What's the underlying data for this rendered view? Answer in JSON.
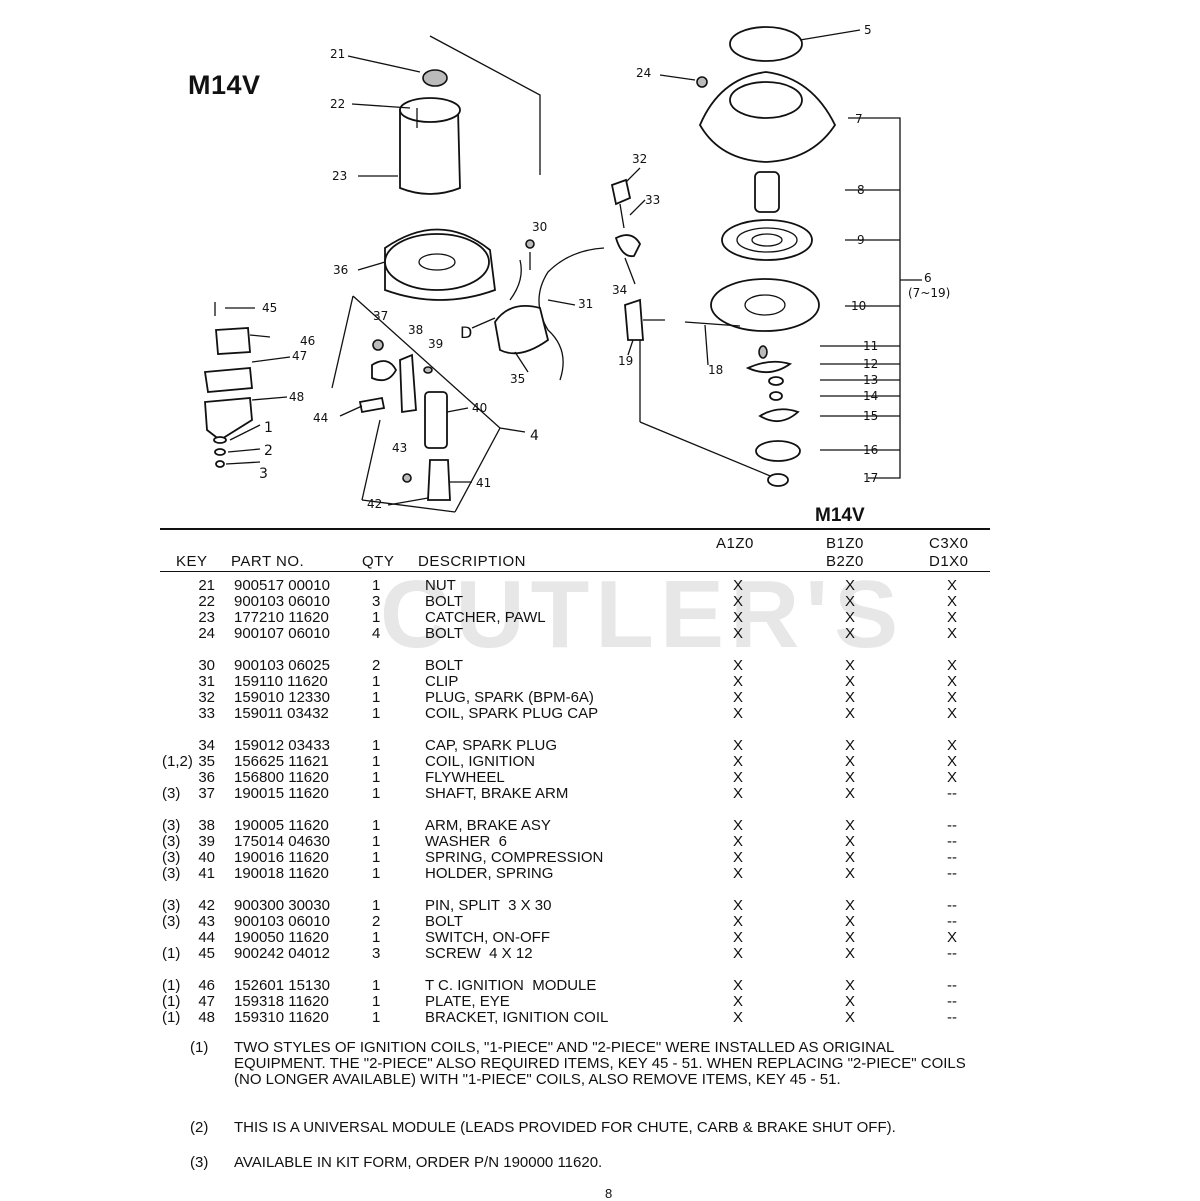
{
  "model_title": "M14V",
  "diagram": {
    "callouts": [
      "21",
      "22",
      "23",
      "24",
      "5",
      "7",
      "8",
      "9",
      "6",
      "(7~19)",
      "10",
      "11",
      "12",
      "13",
      "14",
      "15",
      "16",
      "17",
      "32",
      "33",
      "30",
      "34",
      "31",
      "36",
      "D",
      "19",
      "18",
      "35",
      "45",
      "46",
      "47",
      "48",
      "37",
      "38",
      "39",
      "40",
      "4",
      "44",
      "1",
      "2",
      "3",
      "43",
      "41",
      "42"
    ]
  },
  "watermark": "CUTLER'S",
  "table": {
    "model": "M14V",
    "headers": {
      "key": "KEY",
      "part_no": "PART NO.",
      "qty": "QTY",
      "description": "DESCRIPTION",
      "col_a": "A1Z0",
      "col_b1": "B1Z0",
      "col_b2": "B2Z0",
      "col_c1": "C3X0",
      "col_c2": "D1X0"
    },
    "rows": [
      {
        "note": "",
        "key": "21",
        "part": "900517 00010",
        "qty": "1",
        "desc": "NUT",
        "a": "X",
        "b": "X",
        "c": "X"
      },
      {
        "note": "",
        "key": "22",
        "part": "900103 06010",
        "qty": "3",
        "desc": "BOLT",
        "a": "X",
        "b": "X",
        "c": "X"
      },
      {
        "note": "",
        "key": "23",
        "part": "177210 11620",
        "qty": "1",
        "desc": "CATCHER, PAWL",
        "a": "X",
        "b": "X",
        "c": "X"
      },
      {
        "note": "",
        "key": "24",
        "part": "900107 06010",
        "qty": "4",
        "desc": "BOLT",
        "a": "X",
        "b": "X",
        "c": "X"
      },
      {
        "note": "",
        "key": "30",
        "part": "900103 06025",
        "qty": "2",
        "desc": "BOLT",
        "a": "X",
        "b": "X",
        "c": "X"
      },
      {
        "note": "",
        "key": "31",
        "part": "159110 11620",
        "qty": "1",
        "desc": "CLIP",
        "a": "X",
        "b": "X",
        "c": "X"
      },
      {
        "note": "",
        "key": "32",
        "part": "159010 12330",
        "qty": "1",
        "desc": "PLUG, SPARK (BPM-6A)",
        "a": "X",
        "b": "X",
        "c": "X"
      },
      {
        "note": "",
        "key": "33",
        "part": "159011 03432",
        "qty": "1",
        "desc": "COIL, SPARK PLUG CAP",
        "a": "X",
        "b": "X",
        "c": "X"
      },
      {
        "note": "",
        "key": "34",
        "part": "159012 03433",
        "qty": "1",
        "desc": "CAP, SPARK PLUG",
        "a": "X",
        "b": "X",
        "c": "X"
      },
      {
        "note": "(1,2)",
        "key": "35",
        "part": "156625 11621",
        "qty": "1",
        "desc": "COIL, IGNITION",
        "a": "X",
        "b": "X",
        "c": "X"
      },
      {
        "note": "",
        "key": "36",
        "part": "156800 11620",
        "qty": "1",
        "desc": "FLYWHEEL",
        "a": "X",
        "b": "X",
        "c": "X"
      },
      {
        "note": "(3)",
        "key": "37",
        "part": "190015 11620",
        "qty": "1",
        "desc": "SHAFT, BRAKE ARM",
        "a": "X",
        "b": "X",
        "c": "--"
      },
      {
        "note": "(3)",
        "key": "38",
        "part": "190005 11620",
        "qty": "1",
        "desc": "ARM, BRAKE ASY",
        "a": "X",
        "b": "X",
        "c": "--"
      },
      {
        "note": "(3)",
        "key": "39",
        "part": "175014 04630",
        "qty": "1",
        "desc": "WASHER  6",
        "a": "X",
        "b": "X",
        "c": "--"
      },
      {
        "note": "(3)",
        "key": "40",
        "part": "190016 11620",
        "qty": "1",
        "desc": "SPRING, COMPRESSION",
        "a": "X",
        "b": "X",
        "c": "--"
      },
      {
        "note": "(3)",
        "key": "41",
        "part": "190018 11620",
        "qty": "1",
        "desc": "HOLDER, SPRING",
        "a": "X",
        "b": "X",
        "c": "--"
      },
      {
        "note": "(3)",
        "key": "42",
        "part": "900300 30030",
        "qty": "1",
        "desc": "PIN, SPLIT  3 X 30",
        "a": "X",
        "b": "X",
        "c": "--"
      },
      {
        "note": "(3)",
        "key": "43",
        "part": "900103 06010",
        "qty": "2",
        "desc": "BOLT",
        "a": "X",
        "b": "X",
        "c": "--"
      },
      {
        "note": "",
        "key": "44",
        "part": "190050 11620",
        "qty": "1",
        "desc": "SWITCH, ON-OFF",
        "a": "X",
        "b": "X",
        "c": "X"
      },
      {
        "note": "(1)",
        "key": "45",
        "part": "900242 04012",
        "qty": "3",
        "desc": "SCREW  4 X 12",
        "a": "X",
        "b": "X",
        "c": "--"
      },
      {
        "note": "(1)",
        "key": "46",
        "part": "152601 15130",
        "qty": "1",
        "desc": "T C. IGNITION  MODULE",
        "a": "X",
        "b": "X",
        "c": "--"
      },
      {
        "note": "(1)",
        "key": "47",
        "part": "159318 11620",
        "qty": "1",
        "desc": "PLATE, EYE",
        "a": "X",
        "b": "X",
        "c": "--"
      },
      {
        "note": "(1)",
        "key": "48",
        "part": "159310 11620",
        "qty": "1",
        "desc": "BRACKET, IGNITION COIL",
        "a": "X",
        "b": "X",
        "c": "--"
      }
    ]
  },
  "notes": [
    {
      "num": "(1)",
      "text": "TWO STYLES OF IGNITION COILS, \"1-PIECE\" AND \"2-PIECE\" WERE INSTALLED AS ORIGINAL EQUIPMENT.  THE \"2-PIECE\" ALSO REQUIRED ITEMS, KEY 45 - 51.  WHEN REPLACING \"2-PIECE\" COILS (NO LONGER AVAILABLE) WITH \"1-PIECE\" COILS, ALSO REMOVE ITEMS, KEY 45 - 51."
    },
    {
      "num": "(2)",
      "text": "THIS IS A UNIVERSAL MODULE (LEADS PROVIDED FOR CHUTE, CARB & BRAKE SHUT OFF)."
    },
    {
      "num": "(3)",
      "text": "AVAILABLE IN KIT FORM, ORDER P/N  190000 11620."
    }
  ],
  "page_number": "8"
}
